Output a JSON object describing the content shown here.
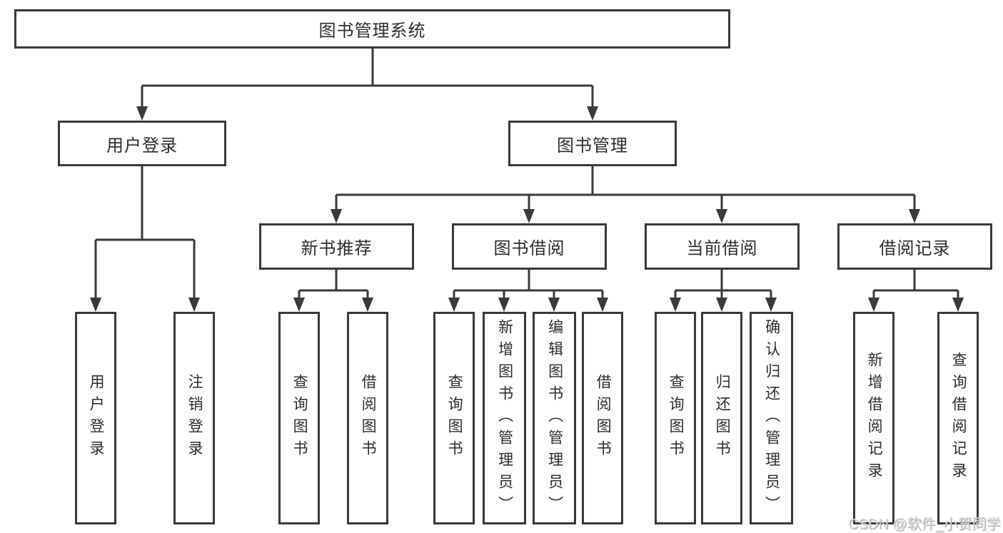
{
  "colors": {
    "background": "#ffffff",
    "line": "#3a3a3a",
    "border": "#3a3a3a",
    "text": "#2d2d2d",
    "watermark": "#dadada"
  },
  "watermark": "CSDN @软件_小贺同学",
  "tree": {
    "label": "图书管理系统",
    "children": [
      {
        "label": "用户登录",
        "children": [
          {
            "label": "用户登录"
          },
          {
            "label": "注销登录"
          }
        ]
      },
      {
        "label": "图书管理",
        "children": [
          {
            "label": "新书推荐",
            "children": [
              {
                "label": "查询图书"
              },
              {
                "label": "借阅图书"
              }
            ]
          },
          {
            "label": "图书借阅",
            "children": [
              {
                "label": "查询图书"
              },
              {
                "label": "新增图书（管理员）"
              },
              {
                "label": "编辑图书（管理员）"
              },
              {
                "label": "借阅图书"
              }
            ]
          },
          {
            "label": "当前借阅",
            "children": [
              {
                "label": "查询图书"
              },
              {
                "label": "归还图书"
              },
              {
                "label": "确认归还（管理员）"
              }
            ]
          },
          {
            "label": "借阅记录",
            "children": [
              {
                "label": "新增借阅记录"
              },
              {
                "label": "查询借阅记录"
              }
            ]
          }
        ]
      }
    ]
  }
}
